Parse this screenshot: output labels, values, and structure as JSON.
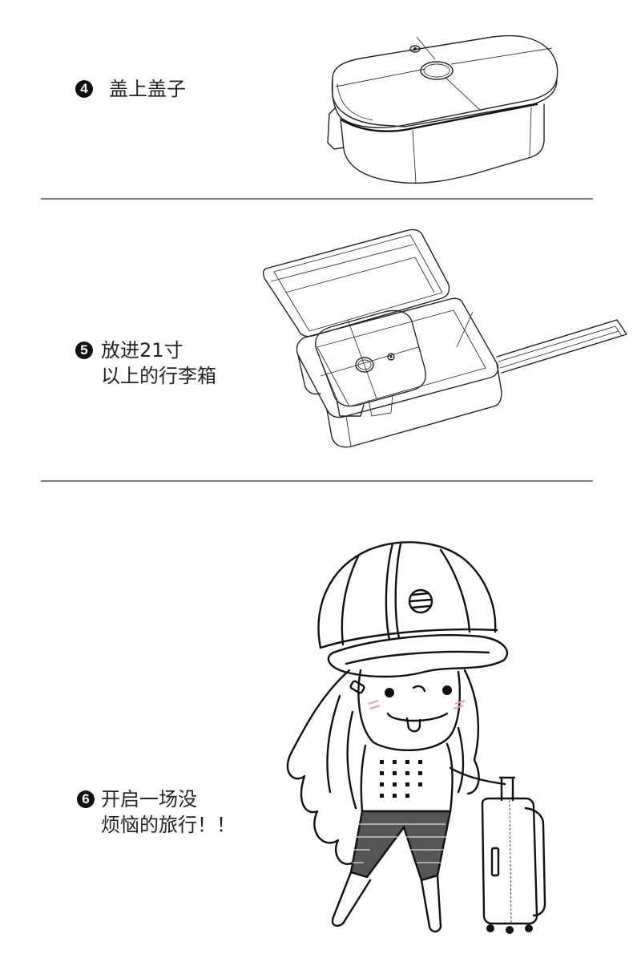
{
  "steps": [
    {
      "number": "4",
      "lines": [
        "盖上盖子"
      ],
      "text": "盖上盖子",
      "illustration": "lunch-box-closed-lid"
    },
    {
      "number": "5",
      "lines": [
        "放进21寸",
        "以上的行李箱"
      ],
      "text": "放进21寸\n以上的行李箱",
      "illustration": "lunch-box-in-open-suitcase"
    },
    {
      "number": "6",
      "lines": [
        "开启一场没",
        "烦恼的旅行！！"
      ],
      "text": "开启一场没\n烦恼的旅行！！",
      "illustration": "cartoon-girl-with-rolling-suitcase"
    }
  ],
  "colors": {
    "background": "#ffffff",
    "badge": "#111111",
    "text": "#222222",
    "divider": "#7a7a7a",
    "blush": "#e8a0b0"
  }
}
